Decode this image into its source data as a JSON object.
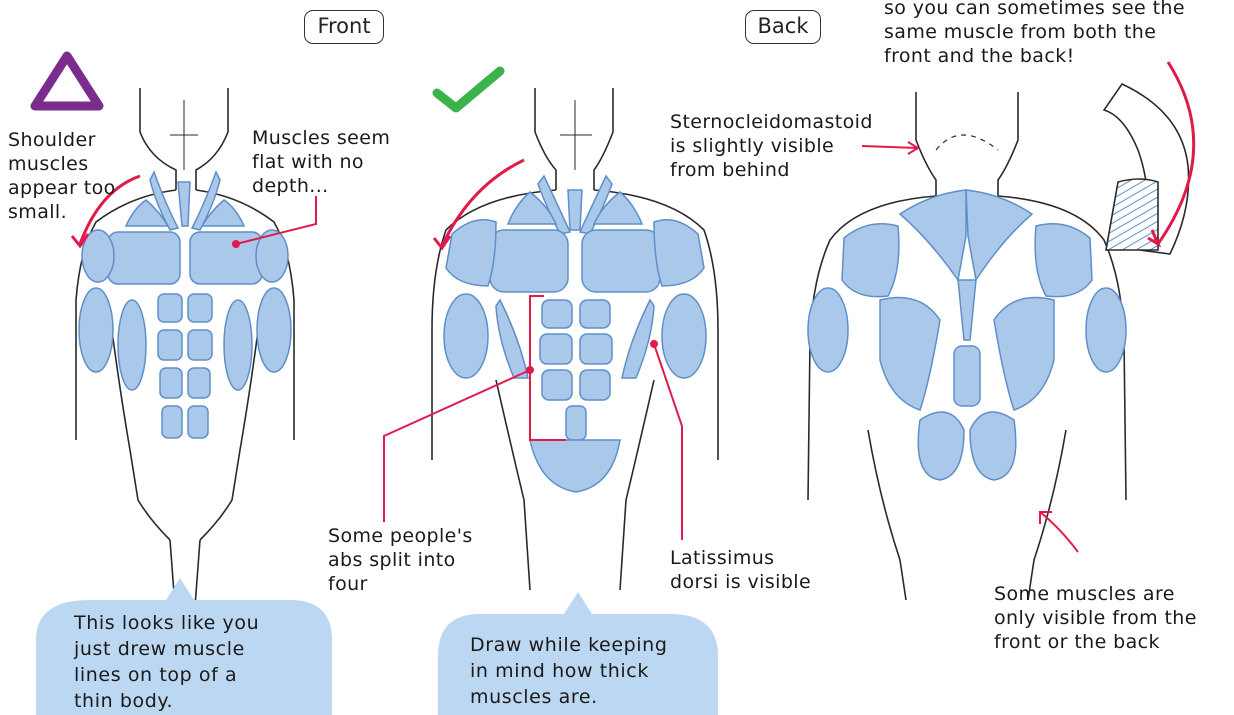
{
  "headers": {
    "front": "Front",
    "back": "Back"
  },
  "top_note": [
    "so you can sometimes see the",
    "same muscle from both the",
    "front and the back!"
  ],
  "left_figure": {
    "shoulder_note": [
      "Shoulder",
      "muscles",
      "appear too",
      "small."
    ],
    "flat_note": [
      "Muscles seem",
      "flat with no",
      "depth..."
    ],
    "bubble": [
      "This looks like you",
      "just drew muscle",
      "lines on top of a",
      "thin body."
    ]
  },
  "middle_figure": {
    "abs_note": [
      "Some people's",
      "abs split into",
      "four"
    ],
    "lats_note": [
      "Latissimus",
      "dorsi is visible"
    ],
    "bubble": [
      "Draw while keeping",
      "in mind how thick",
      "muscles are."
    ]
  },
  "right_figure": {
    "scm_note": [
      "Sternocleidomastoid",
      "is slightly visible",
      "from behind"
    ],
    "visibility_note": [
      "Some muscles are",
      "only visible from the",
      "front or the back"
    ]
  },
  "colors": {
    "muscle_fill": "#a9c8ea",
    "muscle_stroke": "#5f8fc6",
    "outline": "#2a2a2a",
    "pointer": "#e01b4c",
    "bubble": "#bcd7f1",
    "triangle": "#7b2d8e",
    "check": "#3bb34a"
  },
  "icons": {
    "bad_example": "triangle-icon",
    "good_example": "checkmark-icon"
  }
}
